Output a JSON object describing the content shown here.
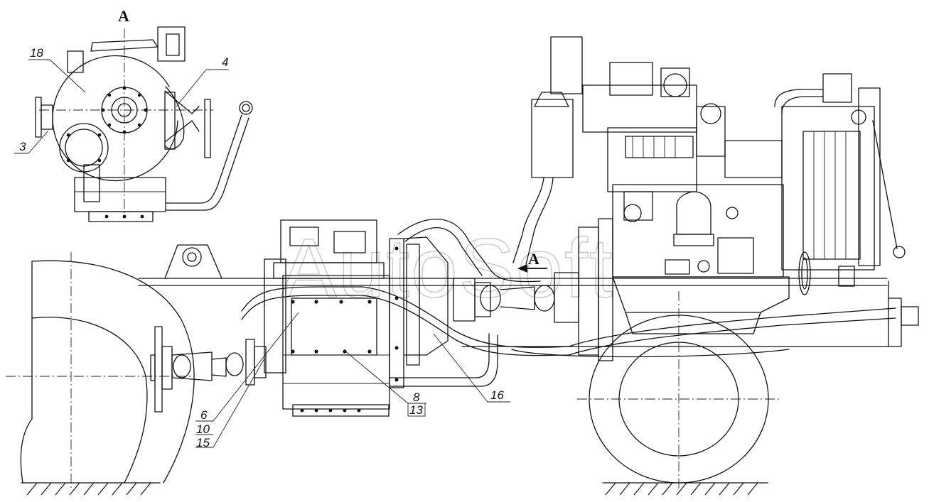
{
  "watermark": "AutoSoft",
  "view_labels": {
    "section_a": "A",
    "arrow_a": "A"
  },
  "callouts": {
    "c18": "18",
    "c4": "4",
    "c3": "3",
    "c6": "6",
    "c10": "10",
    "c15": "15",
    "c8": "8",
    "c13": "13",
    "c16": "16"
  }
}
